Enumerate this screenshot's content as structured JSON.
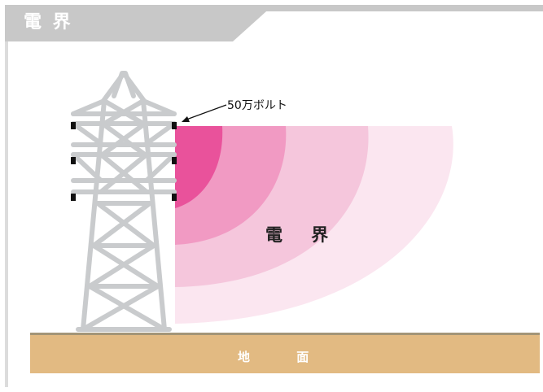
{
  "header": {
    "title": "電 界"
  },
  "diagram": {
    "voltage_label": "50万ボルト",
    "field_label": "電 界",
    "ground_label": "地 面"
  },
  "colors": {
    "field_zone_1": "#e9529b",
    "field_zone_2": "#f19ac3",
    "field_zone_3": "#f5c6dc",
    "field_zone_4": "#fbe6f0",
    "ground": "#e2ba82",
    "tower": "#c9cbcd",
    "header_band": "#c8c8c8"
  },
  "icons": [
    "transmission-tower-icon",
    "insulator-icon",
    "arrow-icon"
  ]
}
